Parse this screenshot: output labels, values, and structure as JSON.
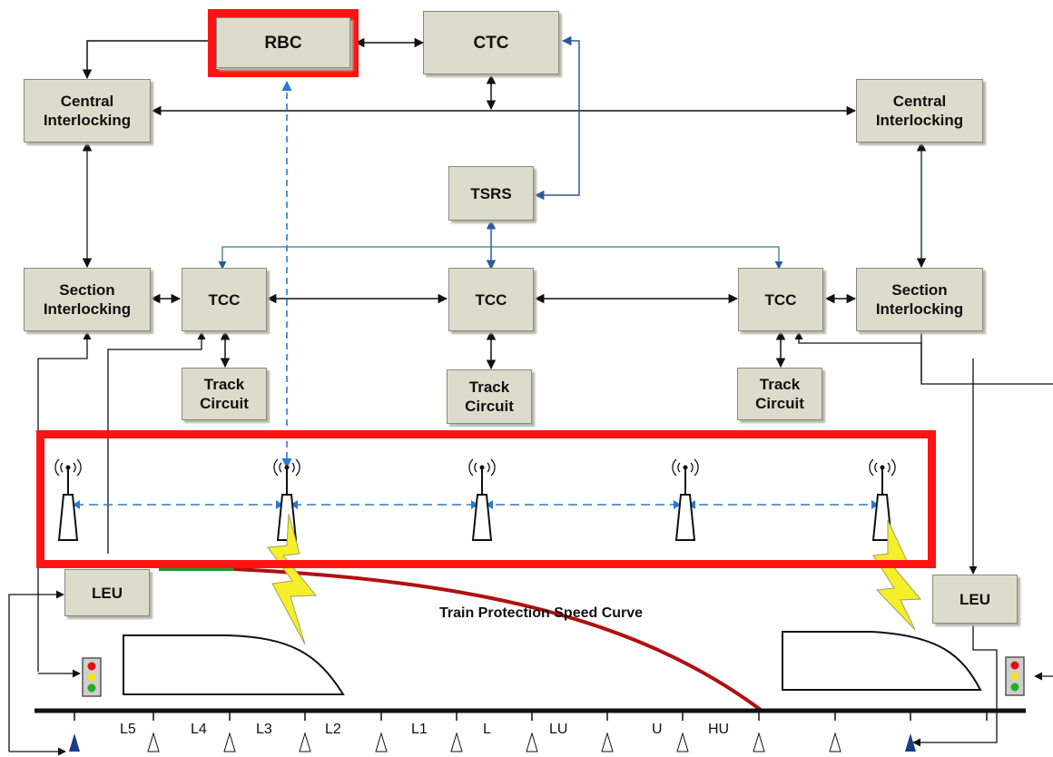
{
  "nodes": {
    "rbc": "RBC",
    "ctc": "CTC",
    "tsrs": "TSRS",
    "central_left": "Central\nInterlocking",
    "central_right": "Central\nInterlocking",
    "section_left": "Section\nInterlocking",
    "section_right": "Section\nInterlocking",
    "tcc_left": "TCC",
    "tcc_mid": "TCC",
    "tcc_right": "TCC",
    "track_left": "Track\nCircuit",
    "track_mid": "Track\nCircuit",
    "track_right": "Track\nCircuit",
    "leu_left": "LEU",
    "leu_right": "LEU"
  },
  "curve_label": "Train Protection Speed Curve",
  "block_labels": [
    "L5",
    "L4",
    "L3",
    "L2",
    "L1",
    "L",
    "LU",
    "U",
    "HU"
  ],
  "colors": {
    "highlight": "#ff1414",
    "box_fill": "#dcdccc",
    "radio_link": "#3a86c8",
    "speed_curve": "#b01010",
    "lightning": "#f5ef2a"
  },
  "icons": [
    "antenna-icon",
    "signal-light-icon",
    "train-icon",
    "lightning-icon",
    "balise-icon"
  ]
}
